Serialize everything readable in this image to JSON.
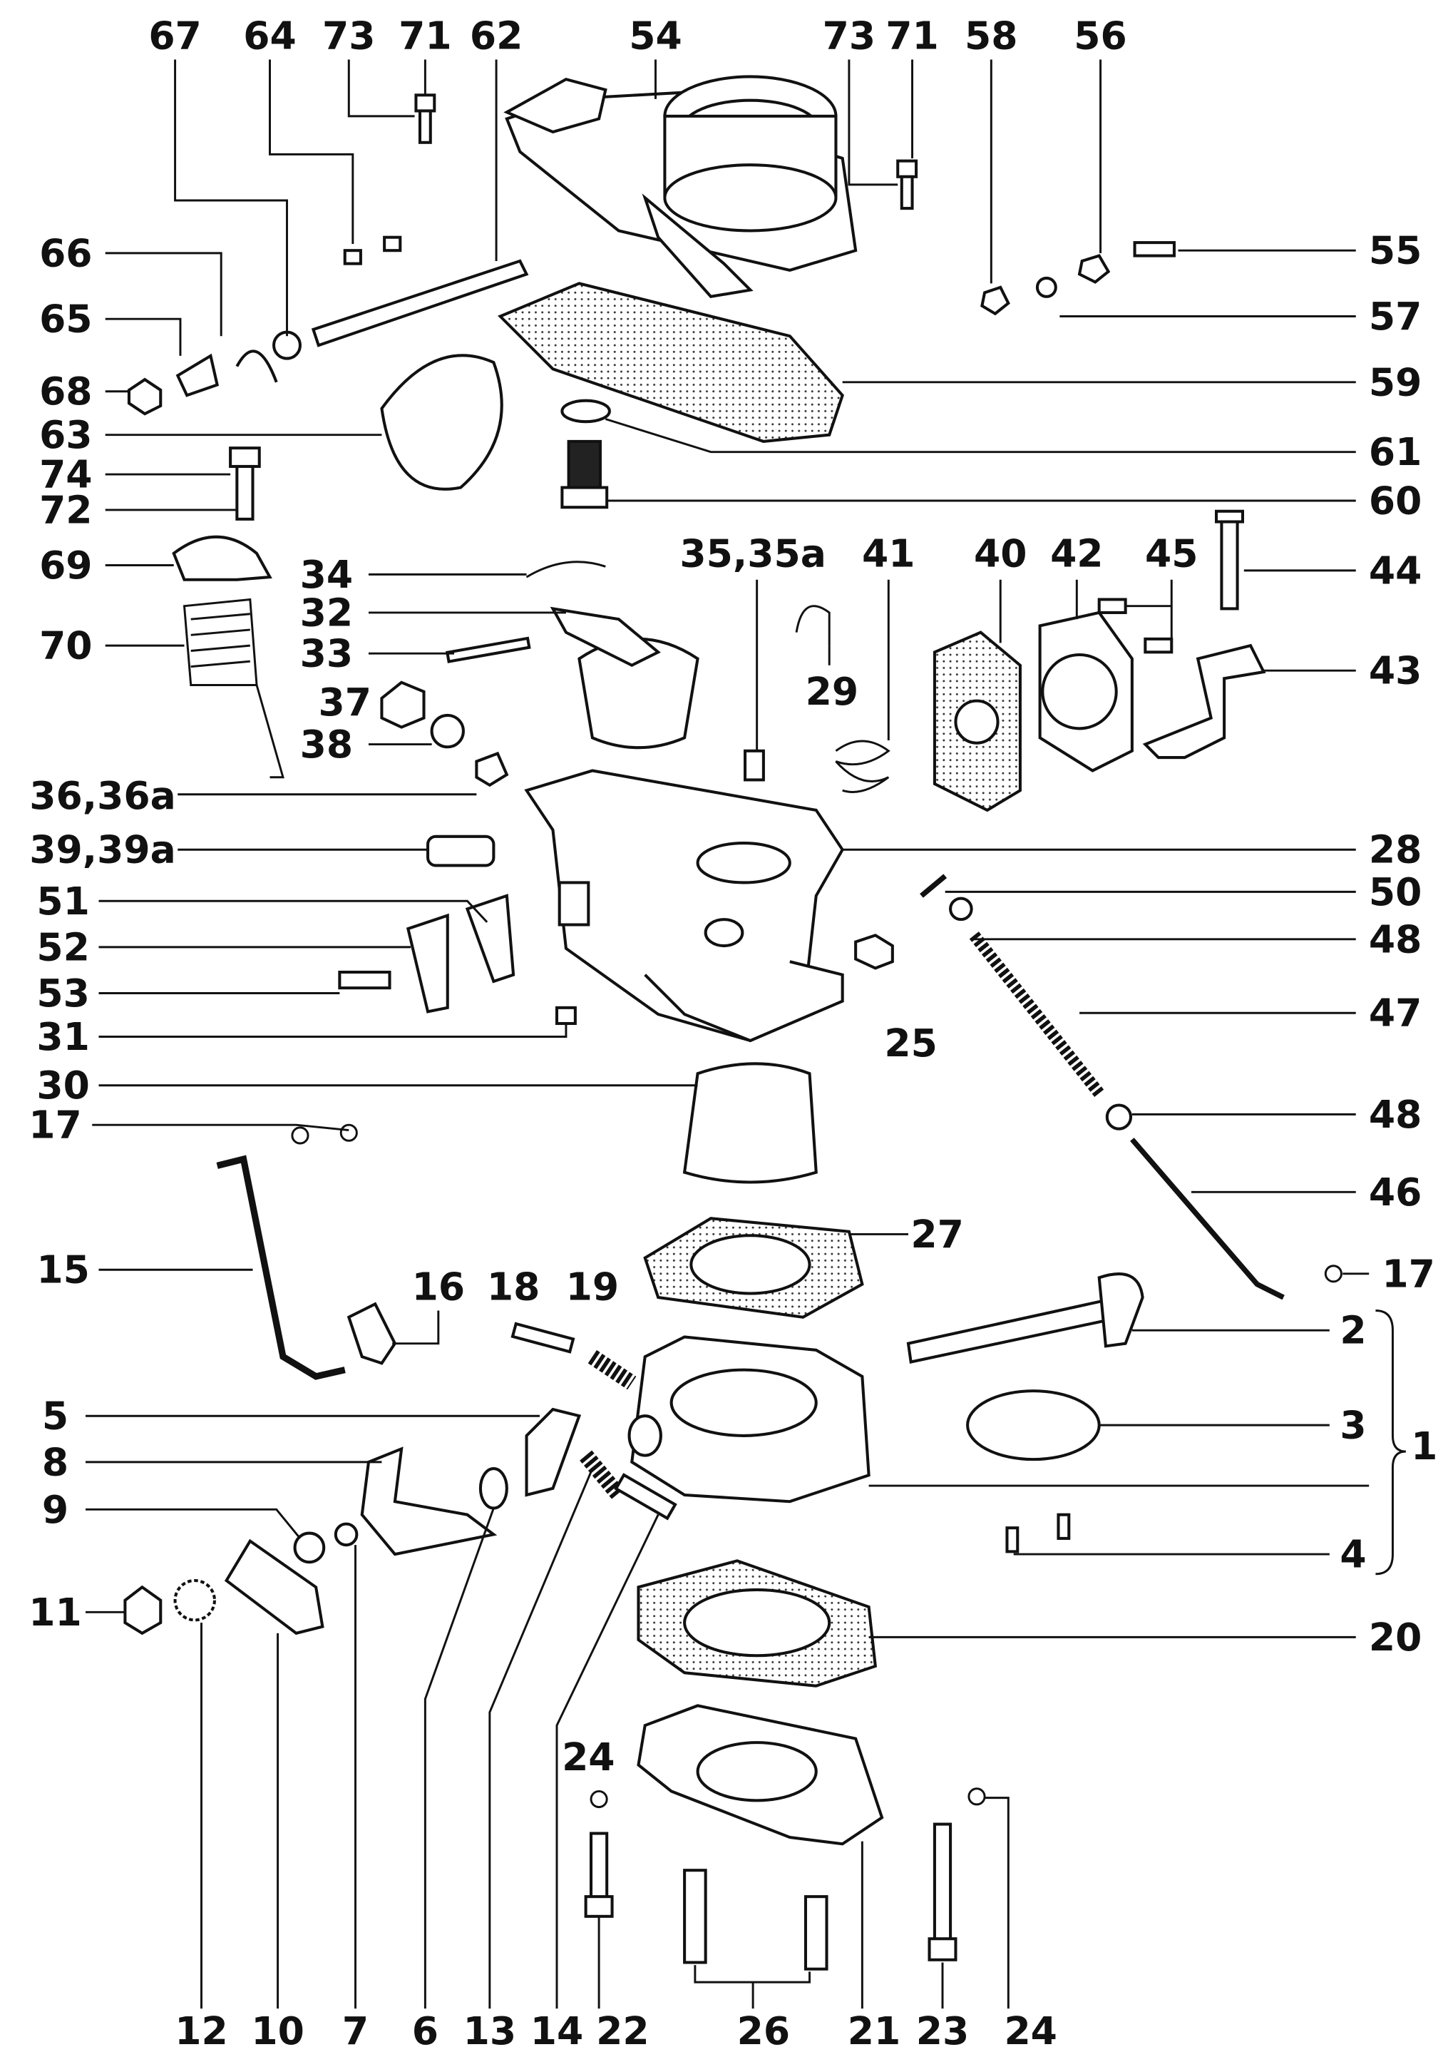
{
  "title": "Carburetor exploded parts diagram",
  "labels": {
    "top": [
      "67",
      "64",
      "73",
      "71",
      "62",
      "54",
      "73",
      "71",
      "58",
      "56"
    ],
    "right": [
      "55",
      "57",
      "59",
      "61",
      "60",
      "44",
      "43",
      "28",
      "50",
      "48",
      "47",
      "48",
      "46",
      "17",
      "2",
      "3",
      "1",
      "4",
      "20"
    ],
    "left": [
      "66",
      "65",
      "68",
      "63",
      "74",
      "72",
      "69",
      "70",
      "36,36a",
      "39,39a",
      "51",
      "52",
      "53",
      "31",
      "30",
      "17",
      "15",
      "5",
      "8",
      "9",
      "11"
    ],
    "middle": [
      "34",
      "32",
      "33",
      "37",
      "38",
      "35,35a",
      "41",
      "40",
      "42",
      "45",
      "29",
      "25",
      "27",
      "16",
      "18",
      "19",
      "24"
    ],
    "bottom": [
      "12",
      "10",
      "7",
      "6",
      "13",
      "14",
      "22",
      "26",
      "21",
      "23",
      "24"
    ]
  }
}
